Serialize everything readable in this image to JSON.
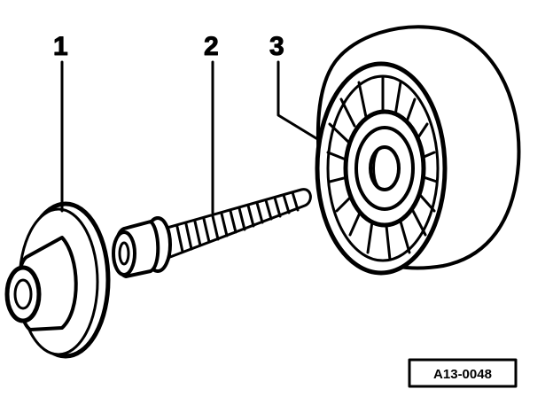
{
  "callouts": {
    "washer": "1",
    "bolt": "2",
    "pulley": "3"
  },
  "figure_ref": "A13-0048",
  "colors": {
    "ink": "#000000",
    "paper": "#ffffff"
  }
}
